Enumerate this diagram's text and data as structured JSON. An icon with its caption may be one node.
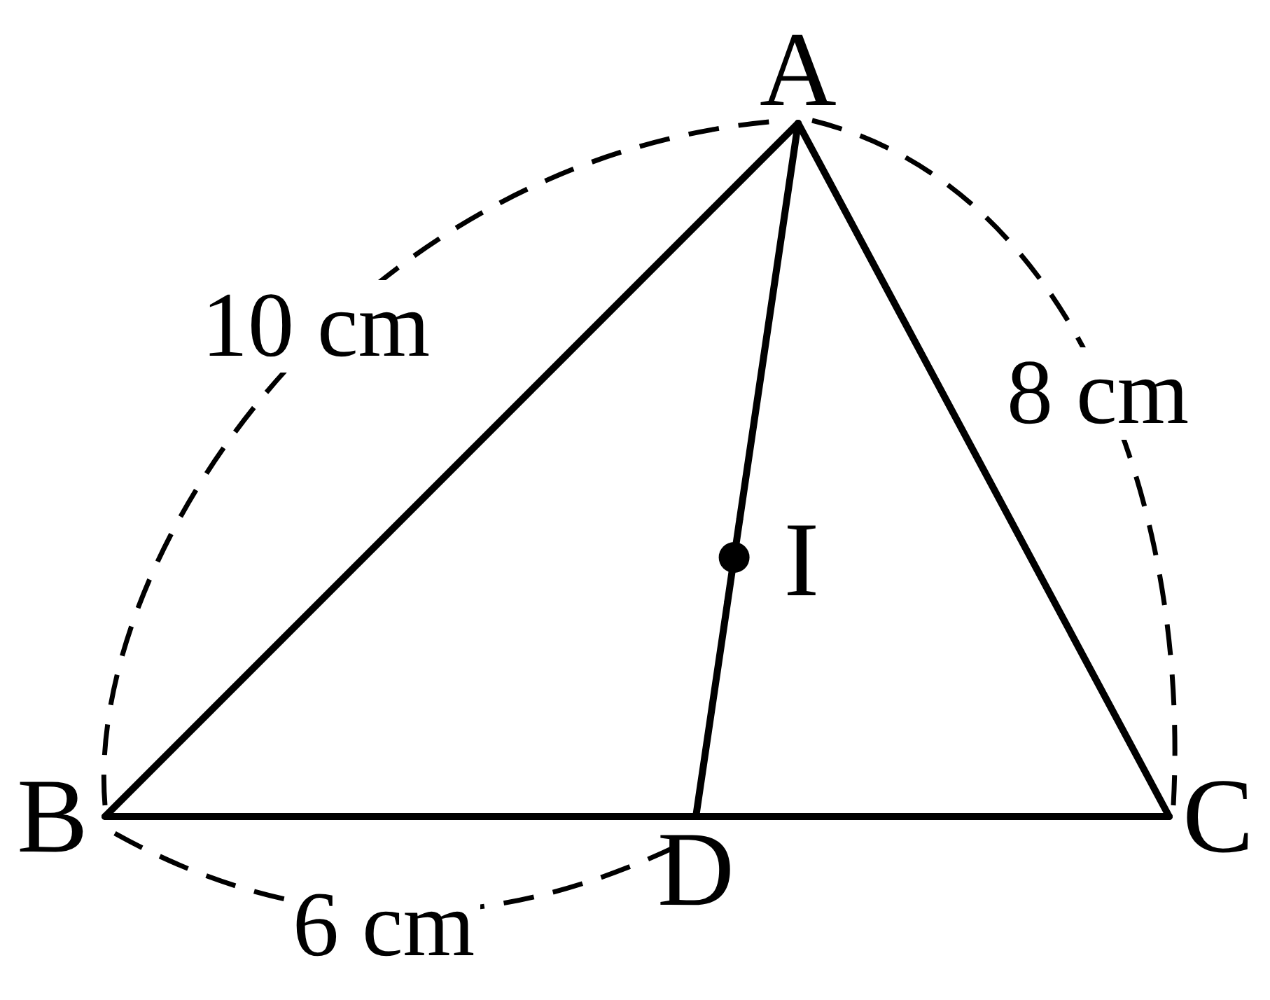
{
  "diagram": {
    "nodes": [
      {
        "text": [
          "A"
        ]
      },
      {
        "text": [
          "B"
        ]
      },
      {
        "text": [
          "C"
        ]
      },
      {
        "text": [
          "D"
        ]
      },
      {
        "text": [
          "I"
        ]
      }
    ],
    "edges": [
      {
        "from": 1,
        "to": 0,
        "arrow": "none"
      },
      {
        "from": 0,
        "to": 2,
        "arrow": "none"
      },
      {
        "from": 1,
        "to": 3,
        "arrow": "none"
      },
      {
        "from": 3,
        "to": 2,
        "arrow": "none"
      },
      {
        "from": 0,
        "to": 4,
        "arrow": "none"
      },
      {
        "from": 4,
        "to": 3,
        "arrow": "none"
      }
    ],
    "labels": [
      "10 cm",
      "8 cm",
      "6 cm"
    ]
  }
}
